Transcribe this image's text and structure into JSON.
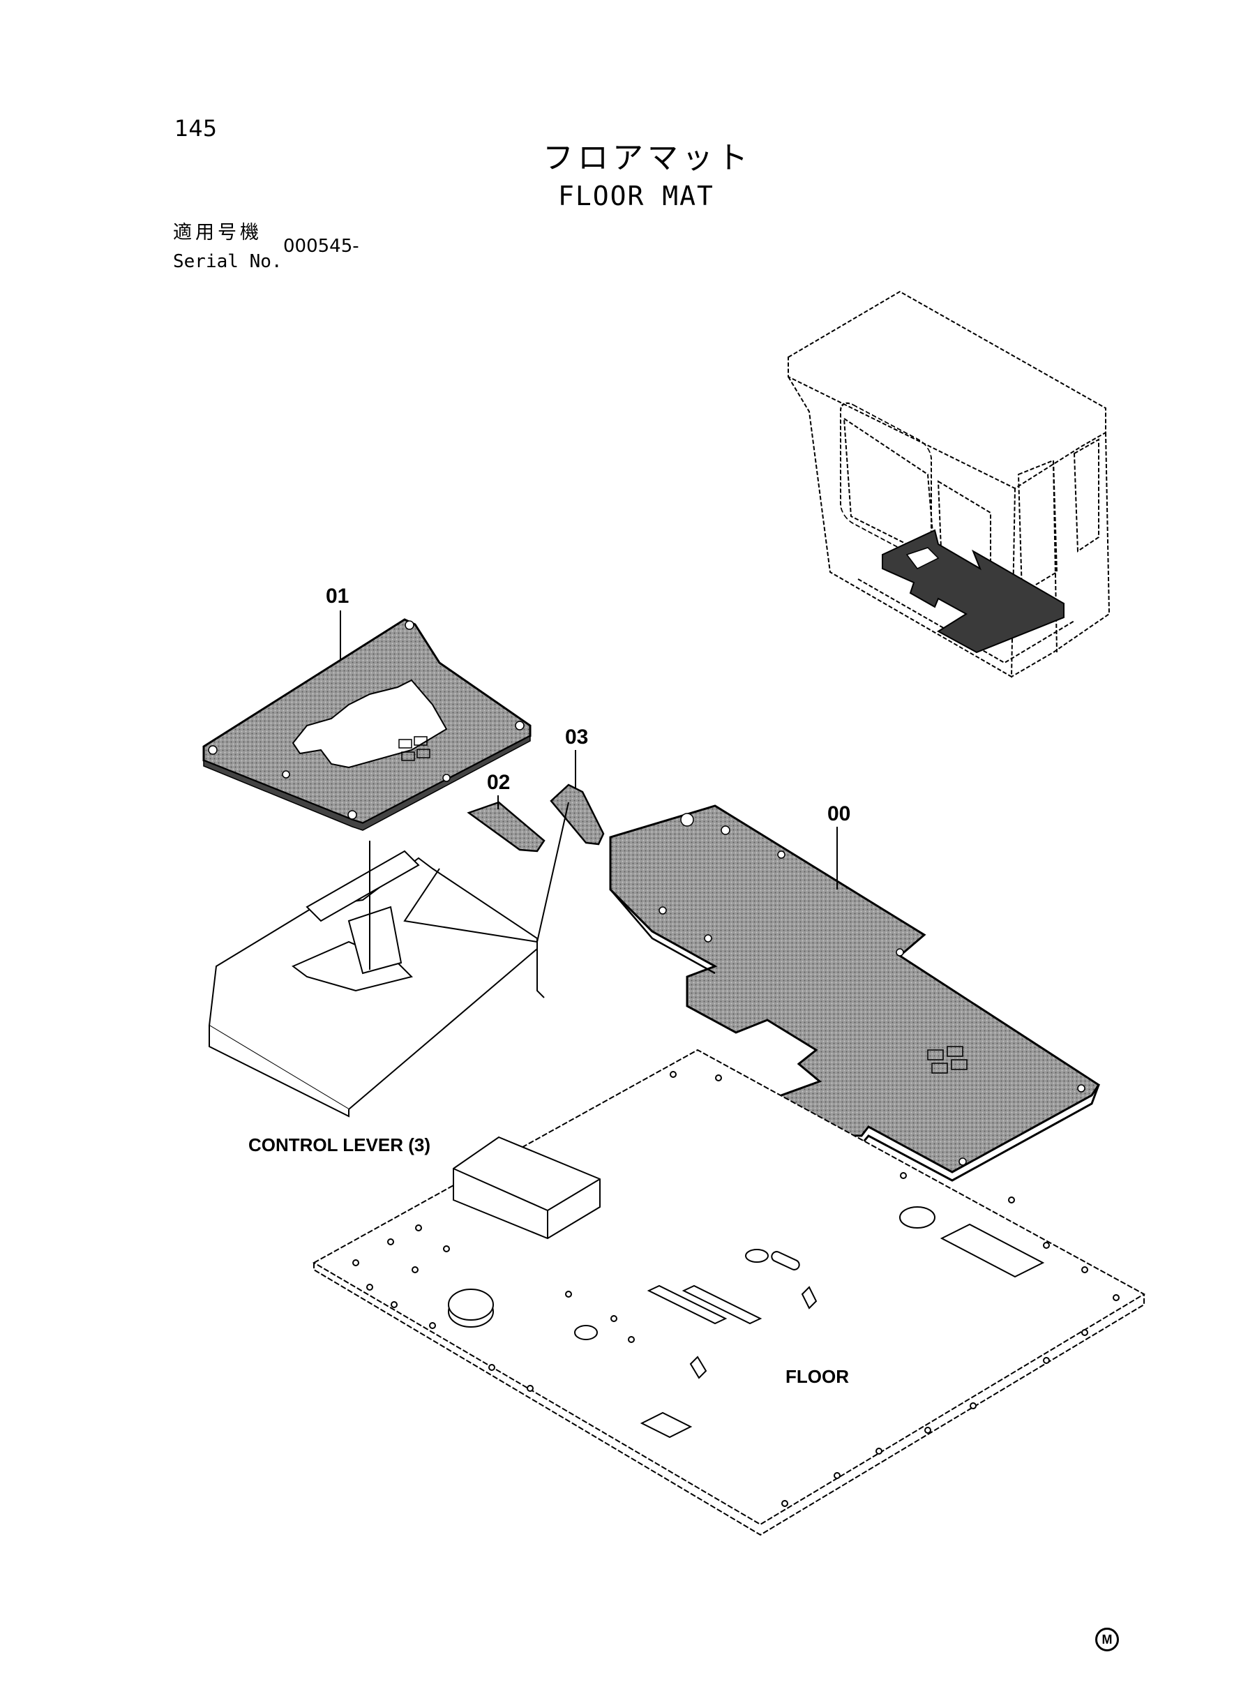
{
  "header": {
    "page_number": "145",
    "title_jp": "フロアマット",
    "title_en": "FLOOR MAT",
    "serial_label_jp": "適用号機",
    "serial_label_en": "Serial No.",
    "serial_value": "000545-"
  },
  "callouts": [
    "01",
    "02",
    "03",
    "00"
  ],
  "labels": {
    "control_lever": "CONTROL LEVER (3)",
    "floor": "FLOOR"
  },
  "footer": {
    "mark": "M"
  },
  "colors": {
    "line": "#000000",
    "mat_fill": "#8f8f8f",
    "cab_mat_fill": "#3a3a3a"
  }
}
